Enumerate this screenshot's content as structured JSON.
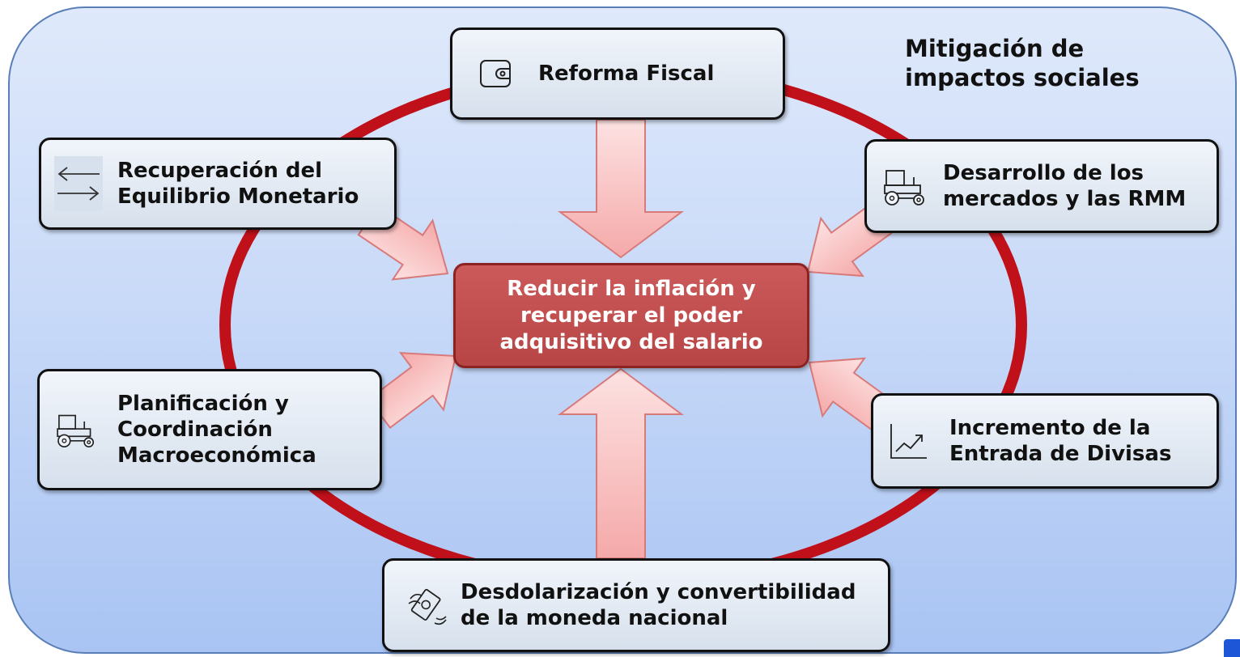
{
  "corner_title": "Mitigación de impactos sociales",
  "center": {
    "text": "Reducir la inflación y recuperar el poder adquisitivo del salario"
  },
  "boxes": {
    "top": {
      "label": "Reforma Fiscal",
      "icon": "wallet-icon"
    },
    "top_left": {
      "label": "Recuperación del Equilibrio Monetario",
      "icon": "exchange-arrows-icon"
    },
    "top_right": {
      "label": "Desarrollo de los mercados y las RMM",
      "icon": "tractor-icon"
    },
    "bottom_left": {
      "label": "Planificación y Coordinación Macroeconómica",
      "icon": "tractor-icon"
    },
    "bottom_right": {
      "label": "Incremento de la Entrada de Divisas",
      "icon": "growth-chart-icon"
    },
    "bottom": {
      "label": "Desdolarización y convertibilidad de la moneda nacional",
      "icon": "flying-money-icon"
    }
  },
  "colors": {
    "ring": "#c0101a",
    "arrow_fill": "#f7b3b3",
    "arrow_stroke": "#d97a7a",
    "center_fill": "#b84545",
    "panel_top": "#dfe9fb",
    "panel_bottom": "#a9c4f3"
  }
}
